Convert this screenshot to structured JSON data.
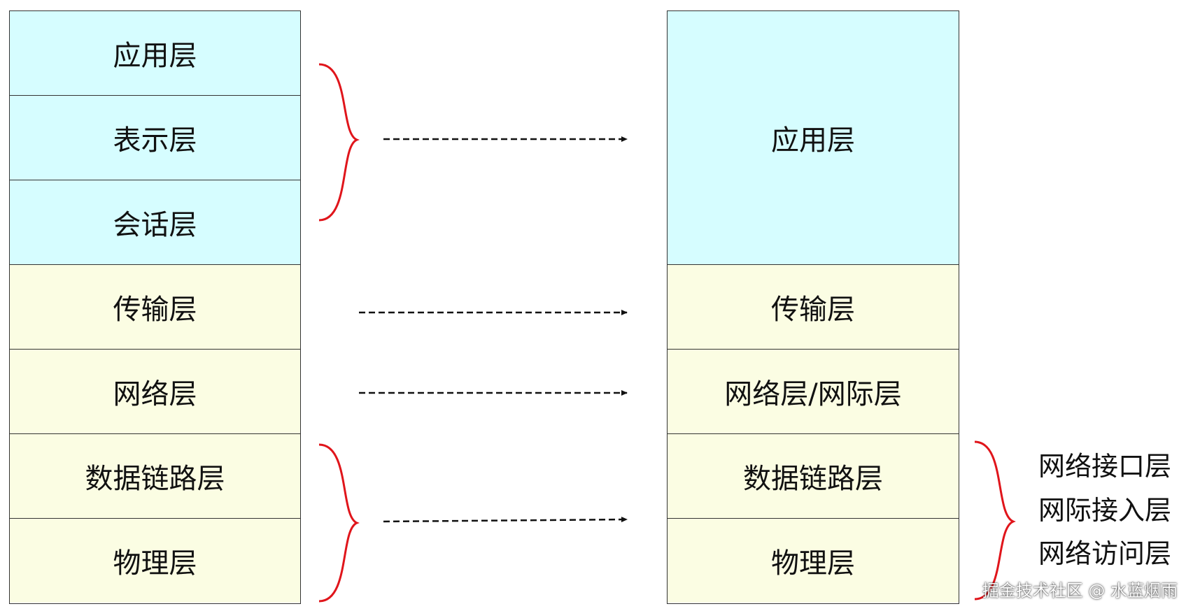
{
  "osi_model": {
    "layers": [
      {
        "label": "应用层"
      },
      {
        "label": "表示层"
      },
      {
        "label": "会话层"
      },
      {
        "label": "传输层"
      },
      {
        "label": "网络层"
      },
      {
        "label": "数据链路层"
      },
      {
        "label": "物理层"
      }
    ]
  },
  "tcpip_model": {
    "layers": [
      {
        "label": "应用层"
      },
      {
        "label": "传输层"
      },
      {
        "label": "网络层/网际层"
      },
      {
        "label": "数据链路层"
      },
      {
        "label": "物理层"
      }
    ]
  },
  "combined_layer_names": [
    "网络接口层",
    "网际接入层",
    "网络访问层"
  ],
  "watermark": "掘金技术社区 @ 水蓝烟雨",
  "colors": {
    "upper_layer_fill": "#d6fdff",
    "lower_layer_fill": "#fbfde3",
    "brace": "#e0151b",
    "arrow": "#111111"
  }
}
